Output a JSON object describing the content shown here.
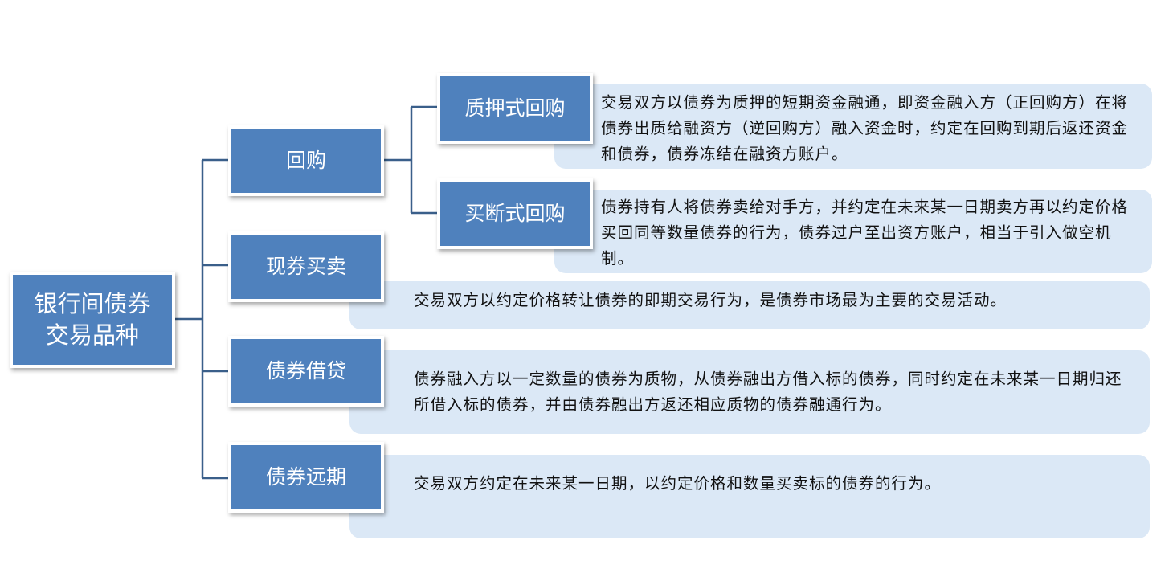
{
  "root": {
    "label": "银行间债券交易品种",
    "line1": "银行间债券",
    "line2": "交易品种"
  },
  "categories": [
    {
      "label": "回购"
    },
    {
      "label": "现券买卖",
      "desc": "交易双方以约定价格转让债券的即期交易行为，是债券市场最为主要的交易活动。"
    },
    {
      "label": "债券借贷",
      "desc": "债券融入方以一定数量的债券为质物，从债券融出方借入标的债券，同时约定在未来某一日期归还所借入标的债券，并由债券融出方返还相应质物的债券融通行为。"
    },
    {
      "label": "债券远期",
      "desc": "交易双方约定在未来某一日期，以约定价格和数量买卖标的债券的行为。"
    }
  ],
  "repo_types": [
    {
      "label": "质押式回购",
      "desc": "交易双方以债券为质押的短期资金融通，即资金融入方（正回购方）在将债券出质给融资方（逆回购方）融入资金时，约定在回购到期后返还资金和债券，债券冻结在融资方账户。"
    },
    {
      "label": "买断式回购",
      "desc": "债券持有人将债券卖给对手方，并约定在未来某一日期卖方再以约定价格买回同等数量债券的行为，债券过户至出资方账户，相当于引入做空机制。"
    }
  ],
  "colors": {
    "node": "#4f81bd",
    "desc_bg": "#dbe8f6",
    "connector": "#3a5f8a"
  }
}
